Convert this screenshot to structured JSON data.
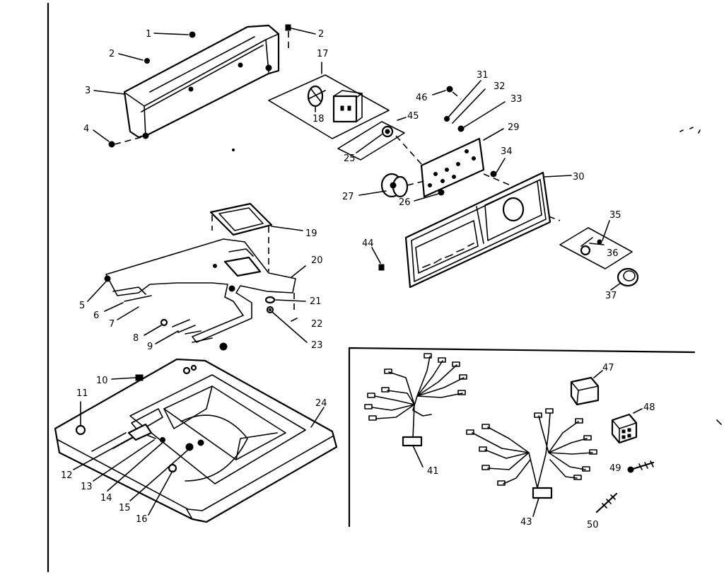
{
  "callouts": {
    "c1": "1",
    "c2a": "2",
    "c2b": "2",
    "c3": "3",
    "c4": "4",
    "c5": "5",
    "c6": "6",
    "c7": "7",
    "c8": "8",
    "c9": "9",
    "c10": "10",
    "c11": "11",
    "c12": "12",
    "c13": "13",
    "c14": "14",
    "c15": "15",
    "c16": "16",
    "c17": "17",
    "c18": "18",
    "c19": "19",
    "c20": "20",
    "c21": "21",
    "c22": "22",
    "c23": "23",
    "c24": "24",
    "c25": "25",
    "c26": "26",
    "c27": "27",
    "c29": "29",
    "c30": "30",
    "c31": "31",
    "c32": "32",
    "c33": "33",
    "c34": "34",
    "c35": "35",
    "c36": "36",
    "c37": "37",
    "c41": "41",
    "c43": "43",
    "c44": "44",
    "c45": "45",
    "c46": "46",
    "c47": "47",
    "c48": "48",
    "c49": "49",
    "c50": "50"
  }
}
